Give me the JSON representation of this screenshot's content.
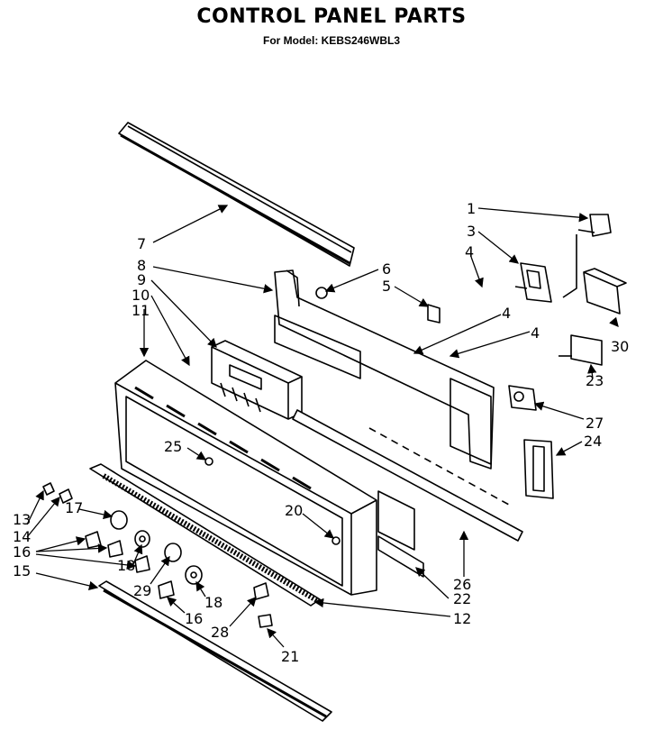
{
  "header": {
    "title": "CONTROL PANEL PARTS",
    "subtitle": "For Model: KEBS246WBL3"
  },
  "callouts": [
    {
      "id": "c1",
      "text": "1"
    },
    {
      "id": "c3",
      "text": "3"
    },
    {
      "id": "c4a",
      "text": "4"
    },
    {
      "id": "c4b",
      "text": "4"
    },
    {
      "id": "c4c",
      "text": "4"
    },
    {
      "id": "c5",
      "text": "5"
    },
    {
      "id": "c6",
      "text": "6"
    },
    {
      "id": "c7",
      "text": "7"
    },
    {
      "id": "c8",
      "text": "8"
    },
    {
      "id": "c9",
      "text": "9"
    },
    {
      "id": "c10",
      "text": "10"
    },
    {
      "id": "c11",
      "text": "11"
    },
    {
      "id": "c12",
      "text": "12"
    },
    {
      "id": "c13",
      "text": "13"
    },
    {
      "id": "c14",
      "text": "14"
    },
    {
      "id": "c15",
      "text": "15"
    },
    {
      "id": "c16a",
      "text": "16"
    },
    {
      "id": "c16b",
      "text": "16"
    },
    {
      "id": "c17",
      "text": "17"
    },
    {
      "id": "c18a",
      "text": "18"
    },
    {
      "id": "c18b",
      "text": "18"
    },
    {
      "id": "c20",
      "text": "20"
    },
    {
      "id": "c21",
      "text": "21"
    },
    {
      "id": "c22",
      "text": "22"
    },
    {
      "id": "c23",
      "text": "23"
    },
    {
      "id": "c24",
      "text": "24"
    },
    {
      "id": "c25",
      "text": "25"
    },
    {
      "id": "c26",
      "text": "26"
    },
    {
      "id": "c27",
      "text": "27"
    },
    {
      "id": "c28",
      "text": "28"
    },
    {
      "id": "c29",
      "text": "29"
    },
    {
      "id": "c30",
      "text": "30"
    }
  ]
}
